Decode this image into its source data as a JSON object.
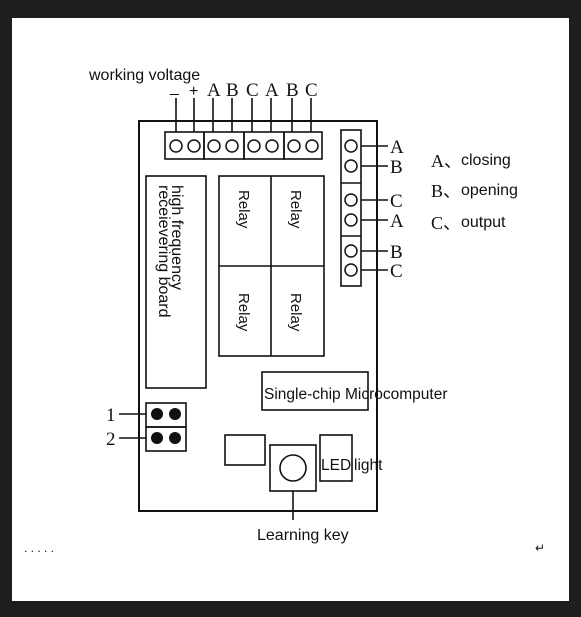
{
  "labels": {
    "working_voltage": "working voltage",
    "minus": "_",
    "plus": "+",
    "top_terminals": [
      "A",
      "B",
      "C",
      "A",
      "B",
      "C"
    ],
    "right_terminals": [
      "A",
      "B",
      "C",
      "A",
      "B",
      "C"
    ],
    "legend": [
      {
        "letter": "A、",
        "text": "closing"
      },
      {
        "letter": "B、",
        "text": "opening"
      },
      {
        "letter": "C、",
        "text": "output"
      }
    ],
    "receiver_board": [
      "high frequency",
      "receievering board"
    ],
    "relays": [
      "Relay",
      "Relay",
      "Relay",
      "Relay"
    ],
    "mcu": "Single-chip Microcomputer",
    "led": "LED",
    "led_suffix": "light",
    "learning_key": "Learning key",
    "jumper_labels": [
      "1",
      "2"
    ],
    "dots": ". . . . .",
    "return_mark": "↵"
  },
  "colors": {
    "background": "#ffffff",
    "frame": "#1e1e1e",
    "ink": "#111111"
  }
}
